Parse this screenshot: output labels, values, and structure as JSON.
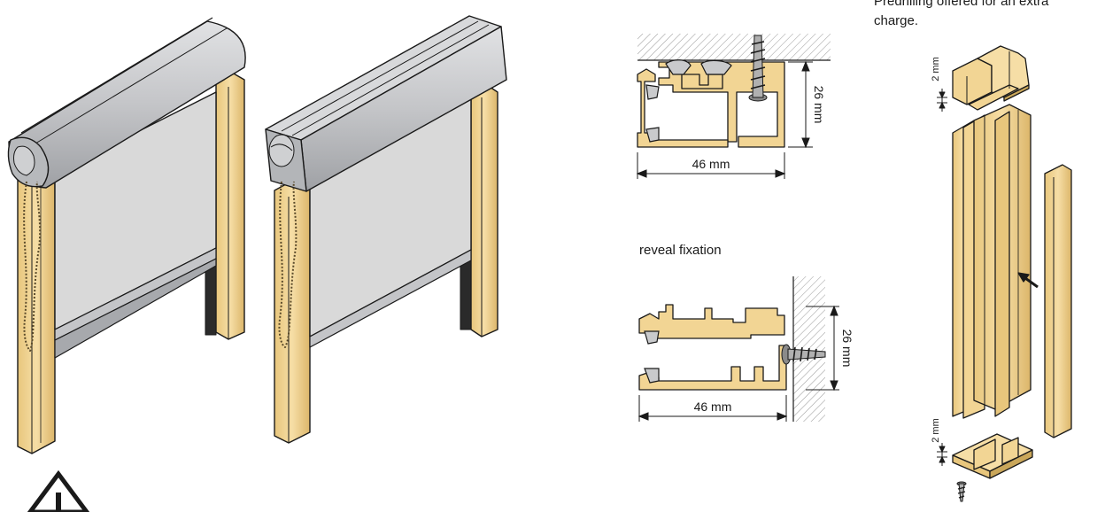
{
  "labels": {
    "top_width": "46 mm",
    "top_height": "26 mm",
    "reveal_caption": "reveal fixation",
    "reveal_width": "46 mm",
    "reveal_height": "26 mm",
    "gap_top": "2 mm",
    "gap_bottom": "2 mm",
    "note_line1": "Predrilling offered for an extra",
    "note_line2": "charge."
  },
  "colors": {
    "guide_rail": "#f2d594",
    "guide_rail_dark": "#caa75a",
    "cassette": "#c9cacc",
    "cassette_dark": "#8e9094",
    "fabric": "#d9d9d9",
    "outline": "#1a1a1a",
    "screw": "#8a8a8a",
    "hatch": "#9a9a9a"
  },
  "icons": [
    "warning-icon",
    "arrow-icon",
    "screw-icon"
  ]
}
